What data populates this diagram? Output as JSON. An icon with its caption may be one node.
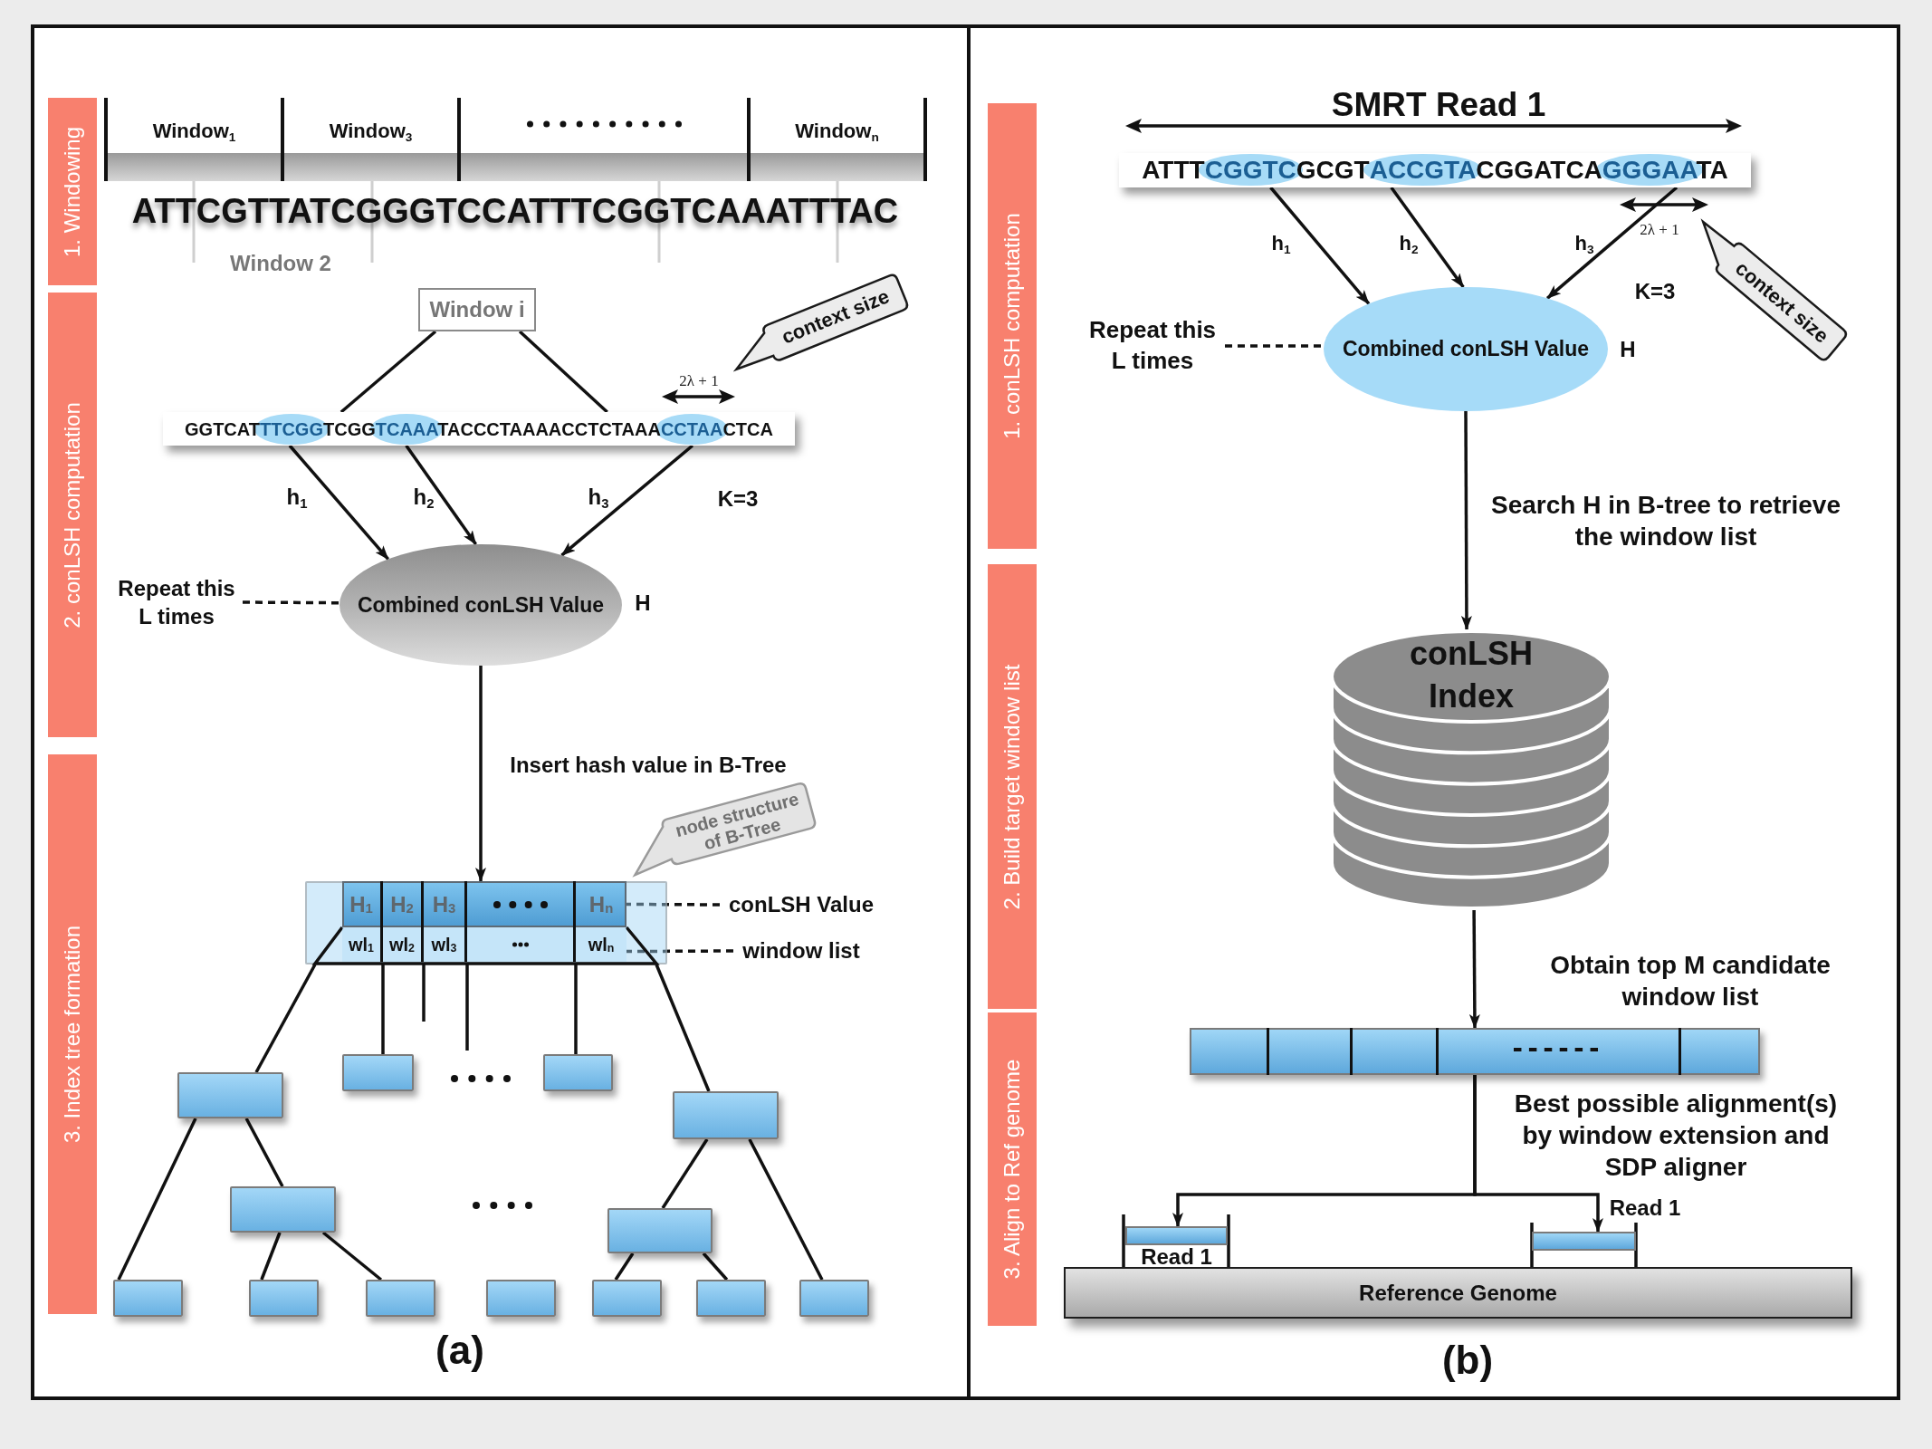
{
  "diagram": {
    "nodes": [
      {
        "text": [
          "1. Windowing"
        ]
      },
      {
        "text": [
          "2. conLSH computation"
        ]
      },
      {
        "text": [
          "3. Index tree formation"
        ]
      },
      {
        "text": [
          "Window$_{1}$",
          "Window$_{3}$",
          "Window$_{n}$"
        ]
      },
      {
        "text": [
          "Window i"
        ]
      },
      {
        "text": [
          "context size"
        ]
      },
      {
        "text": [
          "GGTCATTTCGGTCGGTCAAATACCCTAAAACCTCTAAACCTAACTCA"
        ]
      },
      {
        "text": [
          "Repeat this L times"
        ]
      },
      {
        "text": [
          "Combined conLSH Value"
        ],
        "beside": [
          "H"
        ]
      },
      {
        "text": [],
        "shape": "box"
      },
      {
        "text": [
          "H$_{1}$",
          "H$_{2}$",
          "H$_{3}$",
          "H$_{n}$"
        ],
        "in": 9
      },
      {
        "text": [
          "wl$_{1}$",
          "wl$_{2}$",
          "wl$_{3}$",
          "wl$_{n}$"
        ],
        "in": 9
      },
      {
        "text": [
          "node structure of B-Tree"
        ]
      },
      {
        "text": [
          "conLSH Value"
        ]
      },
      {
        "text": [
          "window list"
        ]
      },
      {
        "text": [],
        "shape": "box"
      },
      {
        "text": [],
        "shape": "box"
      },
      {
        "text": [],
        "shape": "box"
      },
      {
        "text": [],
        "shape": "box"
      },
      {
        "text": [],
        "shape": "box"
      },
      {
        "text": [],
        "shape": "box"
      },
      {
        "text": [],
        "shape": "box"
      },
      {
        "text": [],
        "shape": "box"
      },
      {
        "text": [],
        "shape": "box"
      },
      {
        "text": [],
        "shape": "box"
      },
      {
        "text": [],
        "shape": "box"
      },
      {
        "text": [],
        "shape": "box"
      },
      {
        "text": [],
        "shape": "box"
      },
      {
        "text": [
          "1. conLSH computation"
        ]
      },
      {
        "text": [
          "2. Build target window list"
        ]
      },
      {
        "text": [
          "3. Align to Ref genome"
        ]
      },
      {
        "text": [
          "ATTTCGGTCGCGTACCGTACGGATCAGGGAATA"
        ]
      },
      {
        "text": [
          "context size"
        ]
      },
      {
        "text": [
          "Repeat this L times"
        ]
      },
      {
        "text": [
          "Combined conLSH Value"
        ],
        "beside": [
          "H"
        ]
      },
      {
        "text": [
          "conLSH Index"
        ]
      },
      {
        "text": [],
        "shape": "bar"
      },
      {
        "text": [
          "Read 1"
        ]
      },
      {
        "text": [],
        "shape": "bar",
        "beside": [
          "Read 1"
        ]
      },
      {
        "text": [
          "Reference Genome"
        ]
      }
    ],
    "edges": [
      {
        "from": 4,
        "to": 6,
        "arrow": "none"
      },
      {
        "from": 4,
        "to": 6,
        "arrow": "none"
      },
      {
        "from": 6,
        "to": 8,
        "arrow": "to",
        "label": "h$_{1}$"
      },
      {
        "from": 6,
        "to": 8,
        "arrow": "to",
        "label": "h$_{2}$"
      },
      {
        "from": 6,
        "to": 8,
        "arrow": "to",
        "label": "h$_{3}$"
      },
      {
        "from": 7,
        "to": 8,
        "arrow": "none",
        "style": "dashed"
      },
      {
        "from": 8,
        "to": 9,
        "arrow": "to",
        "label": "Insert hash value in B-Tree"
      },
      {
        "from": 13,
        "to": 10,
        "arrow": "none",
        "style": "dashed"
      },
      {
        "from": 14,
        "to": 11,
        "arrow": "none",
        "style": "dashed"
      },
      {
        "from": 9,
        "to": 15,
        "arrow": "none"
      },
      {
        "from": 9,
        "to": 16,
        "arrow": "none"
      },
      {
        "from": 9,
        "to": null,
        "arrow": "none"
      },
      {
        "from": 9,
        "to": null,
        "arrow": "none"
      },
      {
        "from": 9,
        "to": 17,
        "arrow": "none"
      },
      {
        "from": 9,
        "to": 18,
        "arrow": "none"
      },
      {
        "from": 15,
        "to": 21,
        "arrow": "none"
      },
      {
        "from": 15,
        "to": 19,
        "arrow": "none"
      },
      {
        "from": 19,
        "to": 22,
        "arrow": "none"
      },
      {
        "from": 19,
        "to": 23,
        "arrow": "none"
      },
      {
        "from": 18,
        "to": 20,
        "arrow": "none"
      },
      {
        "from": 18,
        "to": 27,
        "arrow": "none"
      },
      {
        "from": 20,
        "to": 25,
        "arrow": "none"
      },
      {
        "from": 20,
        "to": 26,
        "arrow": "none"
      },
      {
        "from": 31,
        "to": 34,
        "arrow": "to",
        "label": "h$_{1}$"
      },
      {
        "from": 31,
        "to": 34,
        "arrow": "to",
        "label": "h$_{2}$"
      },
      {
        "from": 31,
        "to": 34,
        "arrow": "to",
        "label": "h$_{3}$"
      },
      {
        "from": 33,
        "to": 34,
        "arrow": "none",
        "style": "dashed"
      },
      {
        "from": 34,
        "to": 35,
        "arrow": "to",
        "label": "Search H in B-tree to retrieve the window list"
      },
      {
        "from": 35,
        "to": 36,
        "arrow": "to",
        "label": "Obtain top M candidate window list"
      },
      {
        "from": 36,
        "to": 37,
        "arrow": "to"
      },
      {
        "from": 36,
        "to": 38,
        "arrow": "to"
      }
    ],
    "labels": [
      "ATTCGTTATCGGGTCCATTTCGGTCAAATTTAC",
      "Window 2",
      "2λ + 1",
      "K=3",
      "(a)",
      "SMRT Read 1",
      "2λ + 1",
      "K=3",
      "Best possible alignment(s) by window extension and SDP aligner",
      "(b)"
    ]
  }
}
